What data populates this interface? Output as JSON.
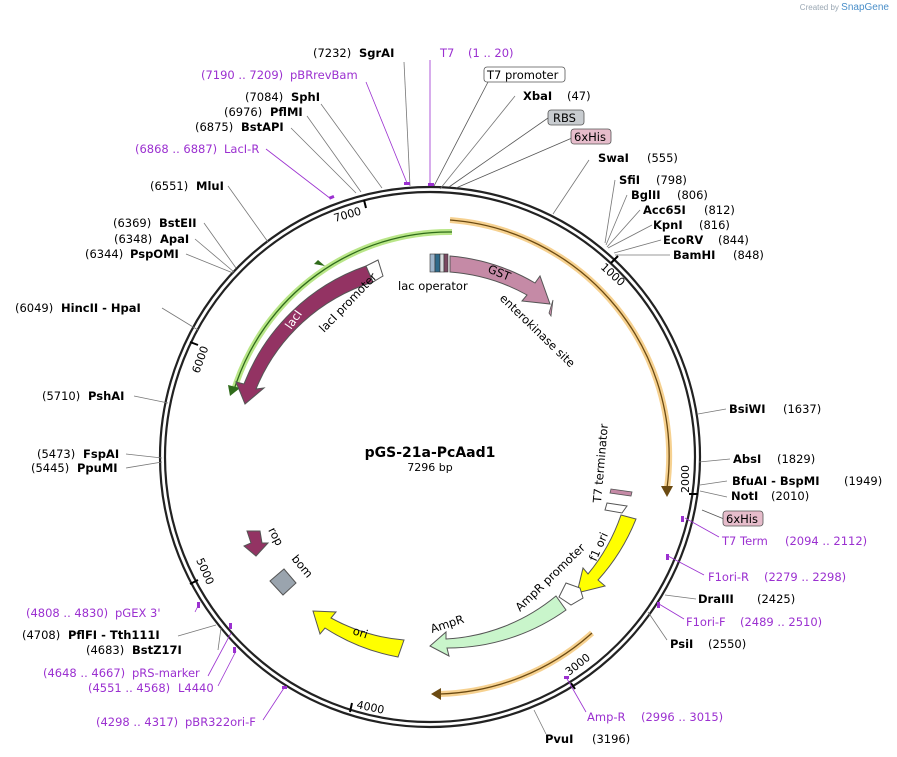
{
  "credit": {
    "prefix": "Created by",
    "brand": "SnapGene"
  },
  "plasmid": {
    "name": "pGS-21a-PcAad1",
    "length": "7296 bp"
  },
  "tick_labels": [
    "1000",
    "2000",
    "3000",
    "4000",
    "5000",
    "6000",
    "7000"
  ],
  "enzymes": [
    {
      "name": "SgrAI",
      "pos": "(7232)"
    },
    {
      "name": "SphI",
      "pos": "(7084)"
    },
    {
      "name": "PflMI",
      "pos": "(6976)"
    },
    {
      "name": "BstAPI",
      "pos": "(6875)"
    },
    {
      "name": "MluI",
      "pos": "(6551)"
    },
    {
      "name": "BstEII",
      "pos": "(6369)"
    },
    {
      "name": "ApaI",
      "pos": "(6348)"
    },
    {
      "name": "PspOMI",
      "pos": "(6344)"
    },
    {
      "name": "HincII - HpaI",
      "pos": "(6049)"
    },
    {
      "name": "PshAI",
      "pos": "(5710)"
    },
    {
      "name": "FspAI",
      "pos": "(5473)"
    },
    {
      "name": "PpuMI",
      "pos": "(5445)"
    },
    {
      "name": "PflFI - Tth111I",
      "pos": "(4708)"
    },
    {
      "name": "BstZ17I",
      "pos": "(4683)"
    },
    {
      "name": "XbaI",
      "pos": "(47)"
    },
    {
      "name": "SwaI",
      "pos": "(555)"
    },
    {
      "name": "SfiI",
      "pos": "(798)"
    },
    {
      "name": "BglII",
      "pos": "(806)"
    },
    {
      "name": "Acc65I",
      "pos": "(812)"
    },
    {
      "name": "KpnI",
      "pos": "(816)"
    },
    {
      "name": "EcoRV",
      "pos": "(844)"
    },
    {
      "name": "BamHI",
      "pos": "(848)"
    },
    {
      "name": "BsiWI",
      "pos": "(1637)"
    },
    {
      "name": "AbsI",
      "pos": "(1829)"
    },
    {
      "name": "BfuAI - BspMI",
      "pos": "(1949)"
    },
    {
      "name": "NotI",
      "pos": "(2010)"
    },
    {
      "name": "DraIII",
      "pos": "(2425)"
    },
    {
      "name": "PsiI",
      "pos": "(2550)"
    },
    {
      "name": "PvuI",
      "pos": "(3196)"
    }
  ],
  "primers": [
    {
      "name": "pBRrevBam",
      "range": "(7190 .. 7209)"
    },
    {
      "name": "T7",
      "range": "(1 .. 20)"
    },
    {
      "name": "LacI-R",
      "range": "(6868 .. 6887)"
    },
    {
      "name": "T7 Term",
      "range": "(2094 .. 2112)"
    },
    {
      "name": "F1ori-R",
      "range": "(2279 .. 2298)"
    },
    {
      "name": "F1ori-F",
      "range": "(2489 .. 2510)"
    },
    {
      "name": "Amp-R",
      "range": "(2996 .. 3015)"
    },
    {
      "name": "pGEX 3'",
      "range": "(4808 .. 4830)"
    },
    {
      "name": "pRS-marker",
      "range": "(4648 .. 4667)"
    },
    {
      "name": "L4440",
      "range": "(4551 .. 4568)"
    },
    {
      "name": "pBR322ori-F",
      "range": "(4298 .. 4317)"
    }
  ],
  "boxed_features": [
    {
      "name": "T7 promoter",
      "color": "#ffffff"
    },
    {
      "name": "RBS",
      "color": "#c8ccd0"
    },
    {
      "name": "6xHis",
      "color": "#e6bccb"
    },
    {
      "name": "6xHis",
      "color": "#e6bccb"
    }
  ],
  "features": {
    "gst": "GST",
    "lac_operator": "lac operator",
    "enterokinase": "enterokinase site",
    "laci_promoter": "lacI promoter",
    "laci": "lacI",
    "t7_terminator": "T7 terminator",
    "f1_ori": "f1 ori",
    "ampr_promoter": "AmpR promoter",
    "ampr": "AmpR",
    "ori": "ori",
    "rop": "rop",
    "bom": "bom"
  },
  "colors": {
    "backbone": "#222222",
    "primer": "#9b30d0",
    "gst": "#c58aa6",
    "laci": "#933363",
    "ori": "#ffff00",
    "ampr": "#c9f5cb",
    "orf_orange": "#f3c26b",
    "orf_green": "#a8e06a"
  }
}
